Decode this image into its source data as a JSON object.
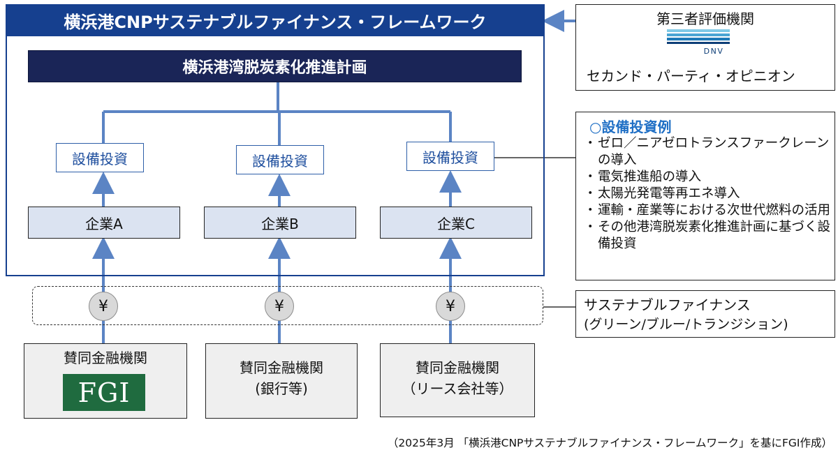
{
  "framework": {
    "title": "横浜港CNPサステナブルファイナンス・フレームワーク"
  },
  "plan": {
    "title": "横浜港湾脱炭素化推進計画"
  },
  "investments": [
    {
      "label": "設備投資"
    },
    {
      "label": "設備投資"
    },
    {
      "label": "設備投資"
    }
  ],
  "companies": [
    {
      "label": "企業A"
    },
    {
      "label": "企業B"
    },
    {
      "label": "企業C"
    }
  ],
  "finance_symbol": "¥",
  "banks": [
    {
      "label": "賛同金融機関",
      "sub": "",
      "logo": "FGI"
    },
    {
      "label": "賛同金融機関",
      "sub": "(銀行等)",
      "logo": ""
    },
    {
      "label": "賛同金融機関",
      "sub": "（リース会社等）",
      "logo": ""
    }
  ],
  "third_party": {
    "title": "第三者評価機関",
    "logo_text": "DNV",
    "opinion": "セカンド・パーティ・オピニオン"
  },
  "examples": {
    "title": "○設備投資例",
    "items": [
      "ゼロ／ニアゼロトランスファークレーンの導入",
      "電気推進船の導入",
      "太陽光発電等再エネ導入",
      "運輸・産業等における次世代燃料の活用",
      "その他港湾脱炭素化推進計画に基づく設備投資"
    ]
  },
  "sustainable_finance": {
    "title": "サステナブルファイナンス",
    "subtitle": "(グリーン/ブルー/トランジション)"
  },
  "footnote": "（2025年3月 「横浜港CNPサステナブルファイナンス・フレームワーク」を基にFGI作成）",
  "colors": {
    "framework_blue": "#16408f",
    "plan_navy": "#1a2557",
    "connector_blue": "#5b84c4",
    "company_fill": "#dbe3f1",
    "bank_fill": "#efefef",
    "fgi_green": "#1f6b3f",
    "examples_title": "#1f6fc5"
  }
}
